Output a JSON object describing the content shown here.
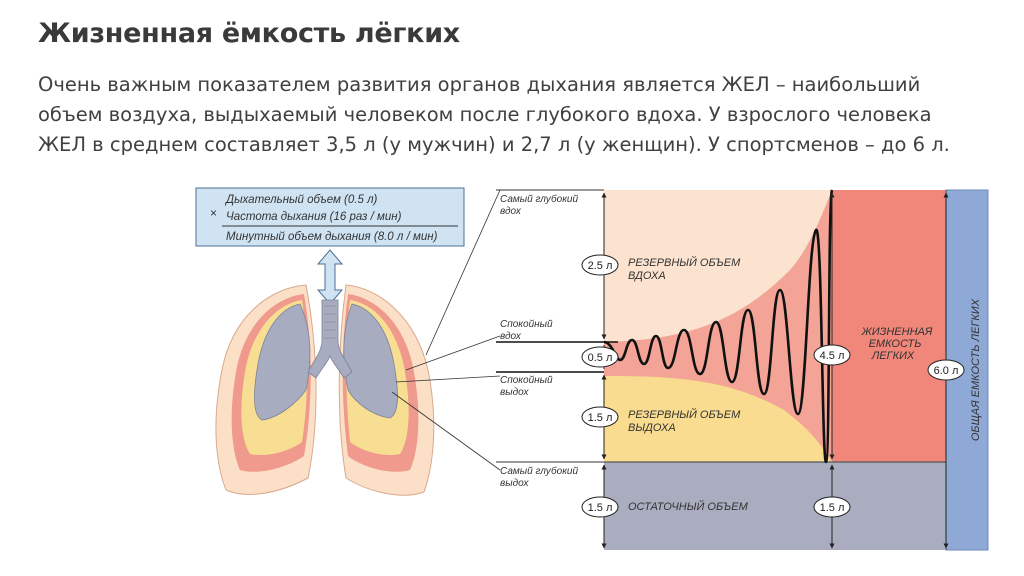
{
  "title": "Жизненная ёмкость лёгких",
  "intro_lines": [
    "Очень важным показателем развития органов дыхания является ЖЕЛ – наибольший",
    "объем воздуха, выдыхаемый человеком после глубокого вдоха. У взрослого человека",
    "ЖЕЛ в среднем составляет 3,5 л (у мужчин) и 2,7 л (у женщин). У спортсменов – до 6 л."
  ],
  "formula": {
    "line1": "Дыхательный объем (0.5 л)",
    "operator": "×",
    "line2": "Частота дыхания (16 раз / мин)",
    "result": "Минутный объем дыхания (8.0 л / мин)"
  },
  "levels": {
    "deepest_inhale": [
      "Самый глубокий",
      "вдох"
    ],
    "calm_inhale": [
      "Спокойный",
      "вдох"
    ],
    "calm_exhale": [
      "Спокойный",
      "выдох"
    ],
    "deepest_exhale": [
      "Самый глубокий",
      "выдох"
    ]
  },
  "volumes": {
    "inspiratory_reserve": {
      "value": "2.5 л",
      "label": [
        "РЕЗЕРВНЫЙ ОБЪЕМ",
        "ВДОХА"
      ]
    },
    "tidal": {
      "value": "0.5 л"
    },
    "expiratory_reserve": {
      "value": "1.5 л",
      "label": [
        "РЕЗЕРВНЫЙ ОБЪЕМ",
        "ВЫДОХА"
      ]
    },
    "residual": {
      "value": "1.5 л",
      "label": "ОСТАТОЧНЫЙ ОБЪЕМ"
    },
    "residual_right": {
      "value": "1.5 л"
    },
    "vital_capacity": {
      "value": "4.5 л",
      "label": [
        "ЖИЗНЕННАЯ",
        "ЕМКОСТЬ",
        "ЛЕГКИХ"
      ]
    },
    "total_capacity": {
      "value": "6.0 л",
      "label": "ОБЩАЯ ЕМКОСТЬ ЛЕГКИХ"
    }
  },
  "colors": {
    "inspiratory_reserve": "#fbe3cf",
    "expiratory_reserve": "#f9dc8f",
    "residual": "#a9adbf",
    "vital_capacity": "#f0877a",
    "total_capacity": "#8fa9d6",
    "formula_box": "#cfe3f3"
  }
}
